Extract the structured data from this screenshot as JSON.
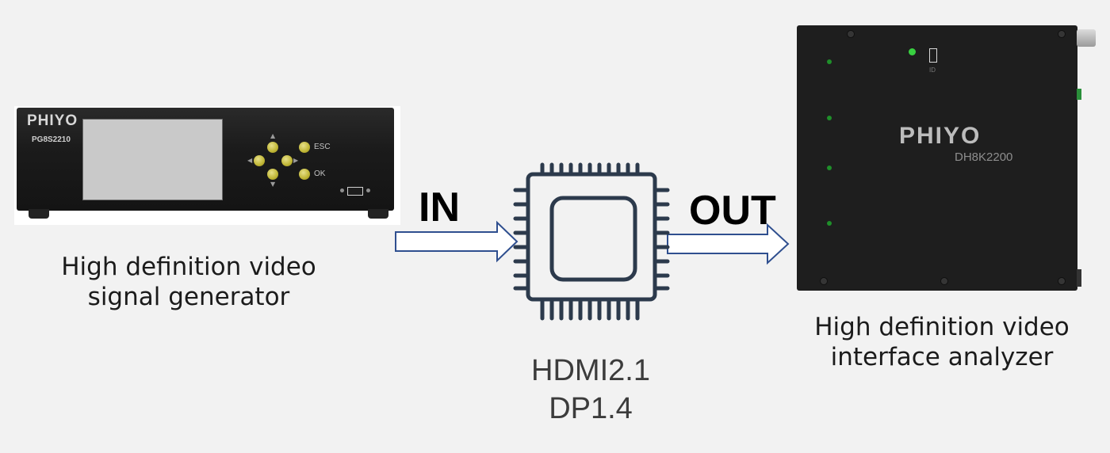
{
  "generator": {
    "brand": "PHIYO",
    "model": "PG8S2210",
    "esc_label": "ESC",
    "ok_label": "OK",
    "caption_line1": "High definition video",
    "caption_line2": "signal generator"
  },
  "analyzer": {
    "brand": "PHIYO",
    "model": "DH8K2200",
    "id_label": "ID",
    "caption_line1": "High definition video",
    "caption_line2": "interface analyzer"
  },
  "flow": {
    "in_label": "IN",
    "out_label": "OUT"
  },
  "protocols": [
    "HDMI2.1",
    "DP1.4"
  ],
  "colors": {
    "background": "#f2f2f2",
    "arrow_stroke": "#2f4f8f",
    "chip_stroke": "#2c3a4c",
    "device_body": "#1b1b1b",
    "button_yellow": "#bfb534"
  },
  "icons": {
    "chip": "microchip-icon",
    "in_arrow": "arrow-right-icon",
    "out_arrow": "arrow-right-icon"
  }
}
